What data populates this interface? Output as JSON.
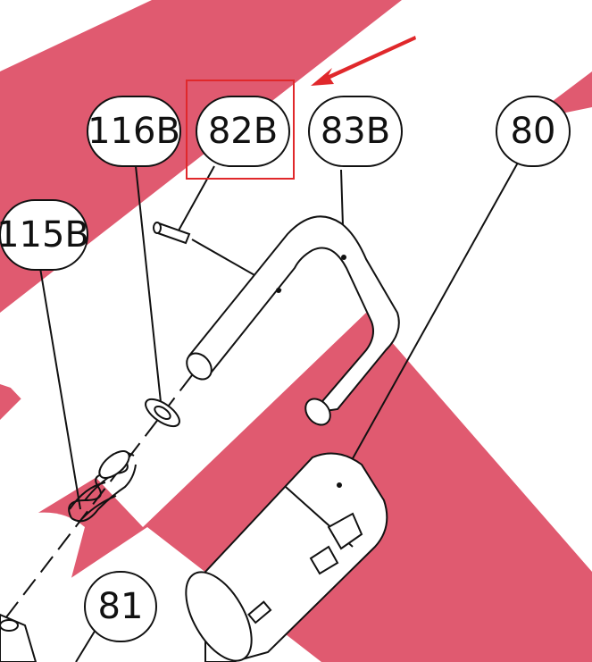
{
  "diagram": {
    "background_color": "#ffffff",
    "band_color": "#e05a70",
    "highlight_color": "#e0282b",
    "callouts": [
      {
        "id": "c116b",
        "label": "116B"
      },
      {
        "id": "c82b",
        "label": "82B"
      },
      {
        "id": "c83b",
        "label": "83B"
      },
      {
        "id": "c80",
        "label": "80"
      },
      {
        "id": "c115b",
        "label": "115B"
      },
      {
        "id": "c81",
        "label": "81"
      }
    ]
  }
}
